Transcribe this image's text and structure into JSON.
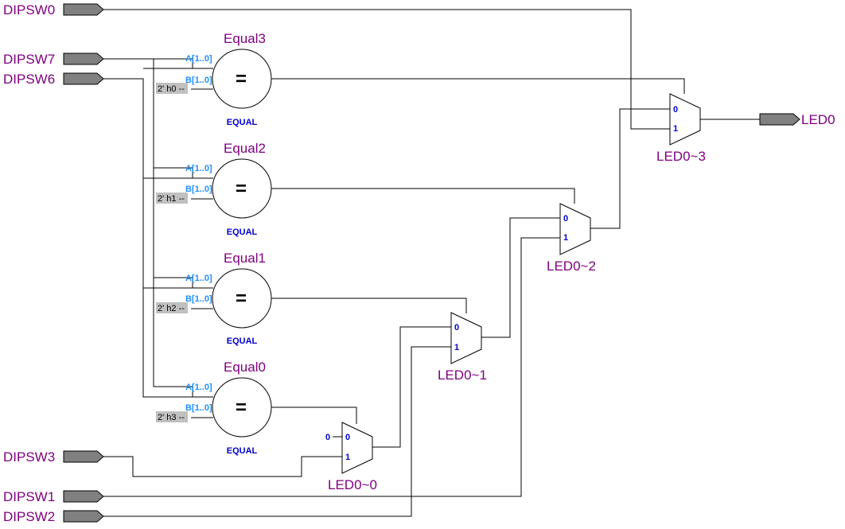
{
  "colors": {
    "port_label": "#800080",
    "instance_label": "#800080",
    "pin_label": "#1E90FF",
    "mux_pin_label": "#0000CC",
    "type_label": "#0000CC",
    "port_fill": "#808080",
    "const_bg": "#C0C0C0",
    "wire": "#000000"
  },
  "inputs": {
    "dipsw0": "DIPSW0",
    "dipsw7": "DIPSW7",
    "dipsw6": "DIPSW6",
    "dipsw3": "DIPSW3",
    "dipsw1": "DIPSW1",
    "dipsw2": "DIPSW2"
  },
  "outputs": {
    "led0": "LED0"
  },
  "comparators": [
    {
      "name": "Equal3",
      "pin_a": "A[1..0]",
      "pin_b": "B[1..0]",
      "constant": "2' h0 --",
      "symbol": "=",
      "type": "EQUAL"
    },
    {
      "name": "Equal2",
      "pin_a": "A[1..0]",
      "pin_b": "B[1..0]",
      "constant": "2' h1 --",
      "symbol": "=",
      "type": "EQUAL"
    },
    {
      "name": "Equal1",
      "pin_a": "A[1..0]",
      "pin_b": "B[1..0]",
      "constant": "2' h2 --",
      "symbol": "=",
      "type": "EQUAL"
    },
    {
      "name": "Equal0",
      "pin_a": "A[1..0]",
      "pin_b": "B[1..0]",
      "constant": "2' h3 --",
      "symbol": "=",
      "type": "EQUAL"
    }
  ],
  "muxes": [
    {
      "name": "LED0~3",
      "in0": "0",
      "in1": "1"
    },
    {
      "name": "LED0~2",
      "in0": "0",
      "in1": "1"
    },
    {
      "name": "LED0~1",
      "in0": "0",
      "in1": "1"
    },
    {
      "name": "LED0~0",
      "in0": "0",
      "in1": "1",
      "const_in": "0"
    }
  ]
}
